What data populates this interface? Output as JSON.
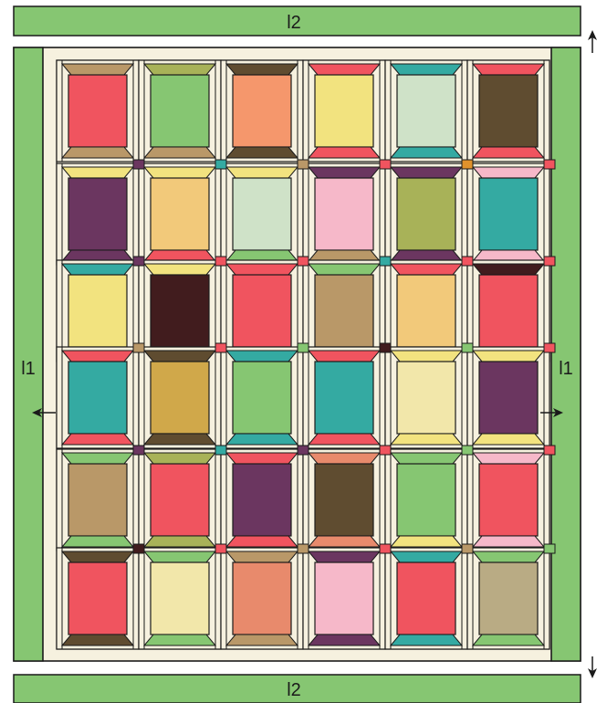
{
  "labels": {
    "top_border": "l2",
    "bottom_border": "l2",
    "left_border": "l1",
    "right_border": "l1"
  },
  "colors": {
    "border_green": "#86c672",
    "outline": "#1a1a1a",
    "sashing_cream": "#f6f1df",
    "background": "#ffffff"
  },
  "spools": [
    [
      "#f0545f",
      "#86c672",
      "#f5976c",
      "#f2e37f",
      "#cfe2c8",
      "#5f4c30"
    ],
    [
      "#6b3660",
      "#f2c97a",
      "#cfe2c8",
      "#f6b8c9",
      "#a8b258",
      "#34aaa2"
    ],
    [
      "#f2e37f",
      "#411c1e",
      "#f0545f",
      "#b99868",
      "#f2c97a",
      "#f0545f"
    ],
    [
      "#34aaa2",
      "#d0a84a",
      "#86c672",
      "#34aaa2",
      "#f2e7aa",
      "#6b3660"
    ],
    [
      "#b99868",
      "#f0545f",
      "#6b3660",
      "#5f4c30",
      "#86c672",
      "#f0545f"
    ],
    [
      "#f0545f",
      "#f2e7aa",
      "#e88a6c",
      "#f6b8c9",
      "#f0545f",
      "#b9ab84"
    ]
  ],
  "spool_ends": [
    [
      [
        "#b99868",
        "#b99868"
      ],
      [
        "#a8b258",
        "#b99868"
      ],
      [
        "#5f4c30",
        "#5f4c30"
      ],
      [
        "#f0545f",
        "#f0545f"
      ],
      [
        "#34aaa2",
        "#34aaa2"
      ],
      [
        "#f0545f",
        "#f0545f"
      ]
    ],
    [
      [
        "#f2e37f",
        "#6b3660"
      ],
      [
        "#f2e37f",
        "#f0545f"
      ],
      [
        "#f2e37f",
        "#86c672"
      ],
      [
        "#6b3660",
        "#b99868"
      ],
      [
        "#6b3660",
        "#6b3660"
      ],
      [
        "#f6b8c9",
        "#f6b8c9"
      ]
    ],
    [
      [
        "#34aaa2",
        "#34aaa2"
      ],
      [
        "#f2e37f",
        "#f2e37f"
      ],
      [
        "#f0545f",
        "#f0545f"
      ],
      [
        "#86c672",
        "#86c672"
      ],
      [
        "#f0545f",
        "#f0545f"
      ],
      [
        "#411c1e",
        "#411c1e"
      ]
    ],
    [
      [
        "#f0545f",
        "#f0545f"
      ],
      [
        "#5f4c30",
        "#5f4c30"
      ],
      [
        "#34aaa2",
        "#34aaa2"
      ],
      [
        "#f0545f",
        "#f0545f"
      ],
      [
        "#f2e37f",
        "#f2e37f"
      ],
      [
        "#f2e37f",
        "#f2e37f"
      ]
    ],
    [
      [
        "#86c672",
        "#86c672"
      ],
      [
        "#a8b258",
        "#a8b258"
      ],
      [
        "#f0545f",
        "#f0545f"
      ],
      [
        "#e88a6c",
        "#e88a6c"
      ],
      [
        "#86c672",
        "#f2e37f"
      ],
      [
        "#f6b8c9",
        "#f6b8c9"
      ]
    ],
    [
      [
        "#5f4c30",
        "#5f4c30"
      ],
      [
        "#86c672",
        "#86c672"
      ],
      [
        "#b99868",
        "#b99868"
      ],
      [
        "#6b3660",
        "#6b3660"
      ],
      [
        "#34aaa2",
        "#34aaa2"
      ],
      [
        "#86c672",
        "#86c672"
      ]
    ]
  ],
  "cornerstones": [
    [
      "#6b3660",
      "#34aaa2",
      "#b99868",
      "#f0545f",
      "#e0922c",
      "#f0545f"
    ],
    [
      "#6b3660",
      "#f0545f",
      "#f0545f",
      "#34aaa2",
      "#f0545f",
      "#f0545f"
    ],
    [
      "#b99868",
      "#f0545f",
      "#86c672",
      "#411c1e",
      "#86c672",
      "#f0545f"
    ],
    [
      "#6b3660",
      "#34aaa2",
      "#6b3660",
      "#f0545f",
      "#86c672",
      "#f0545f"
    ],
    [
      "#411c1e",
      "#f0545f",
      "#b99868",
      "#f0545f",
      "#b99868",
      "#86c672"
    ]
  ],
  "arrows": [
    "up-arrow-icon",
    "down-arrow-icon",
    "left-arrow-icon",
    "right-arrow-icon"
  ]
}
